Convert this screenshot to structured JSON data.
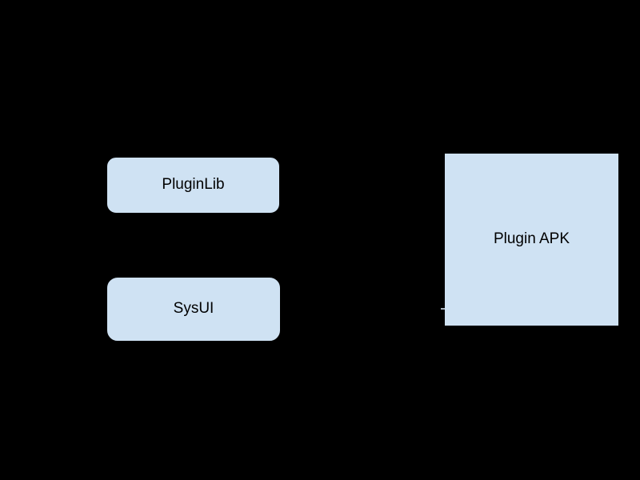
{
  "diagram": {
    "background_color": "#000000",
    "node_fill_color": "#cfe2f3",
    "node_border_color": "#000000",
    "text_color": "#000000",
    "nodes": [
      {
        "id": "pluginlib",
        "label": "PluginLib",
        "shape": "rounded-rect"
      },
      {
        "id": "sysui",
        "label": "SysUI",
        "shape": "rounded-rect"
      },
      {
        "id": "plugin-apk",
        "label": "Plugin APK",
        "shape": "rect"
      }
    ],
    "artifact": {
      "name": "arrow-remnant-dash",
      "color": "#aab4c0"
    }
  }
}
